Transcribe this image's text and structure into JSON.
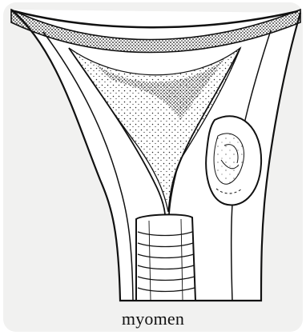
{
  "figure": {
    "caption": "myomen"
  },
  "colors": {
    "ink": "#111111",
    "paper": "#f1f1f0",
    "tissue": "#ffffff"
  },
  "illustration": {
    "subject": "uterus-with-myoma",
    "style": "black-and-white-line-drawing"
  }
}
